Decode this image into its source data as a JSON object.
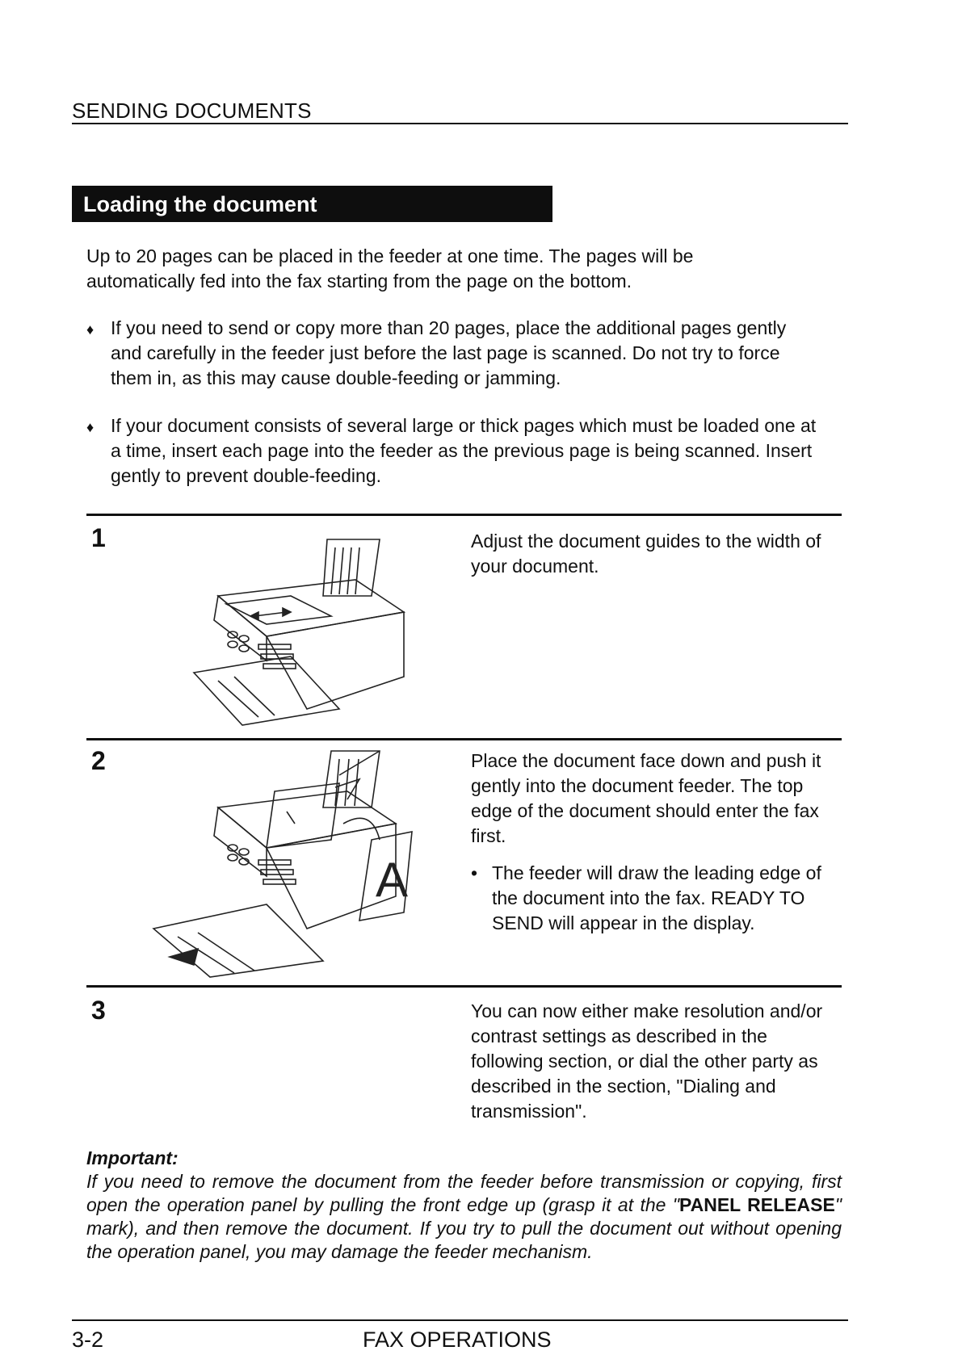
{
  "header": {
    "title": "SENDING DOCUMENTS"
  },
  "section": {
    "title": "Loading the document"
  },
  "intro": "Up to 20 pages can be placed in the feeder at one time. The pages will be automatically fed into the fax starting from the page on the bottom.",
  "bullets": [
    "If you need to send or copy more than 20 pages, place the additional pages gently and carefully in the feeder just before the last page is scanned. Do not try to force them in, as this may cause double-feeding or jamming.",
    "If your document consists of several large or thick pages which must be loaded one at a time, insert each page into the feeder as the previous page is being scanned. Insert gently to prevent double-feeding."
  ],
  "bullet_symbol": "♦",
  "steps": [
    {
      "number": "1",
      "text": "Adjust the document guides to the width of your document."
    },
    {
      "number": "2",
      "text": "Place the document face down and push it gently into the document feeder. The top edge of the document should enter the fax first.",
      "sub_bullet": "The feeder will draw the leading edge of the document into the fax. READY TO SEND will appear in the display."
    },
    {
      "number": "3",
      "text": "You can now either make resolution and/or contrast settings as described in the following section, or dial the other party as described in the section, \"Dialing and transmission\"."
    }
  ],
  "illustration_letter": "A",
  "important": {
    "label": "Important:",
    "text_1": "If you need to remove the document from the feeder before transmission or copying, first open the operation panel by pulling the front edge up (grasp it at the \"",
    "bold": "PANEL RELEASE",
    "text_2": "\" mark), and then remove the document. If you try to pull the document out without opening the operation panel, you may damage the feeder mechanism."
  },
  "footer": {
    "page": "3-2",
    "chapter": "FAX OPERATIONS"
  }
}
